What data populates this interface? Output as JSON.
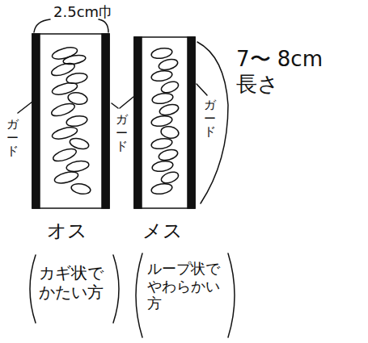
{
  "diagram": {
    "labels": [
      "2.5cm巾",
      "7〜 8cm長さ",
      "ガード",
      "ガード",
      "ガード",
      "オス",
      "メス",
      "カギ状で かたい方",
      "ループ状で やわらかい方"
    ]
  }
}
